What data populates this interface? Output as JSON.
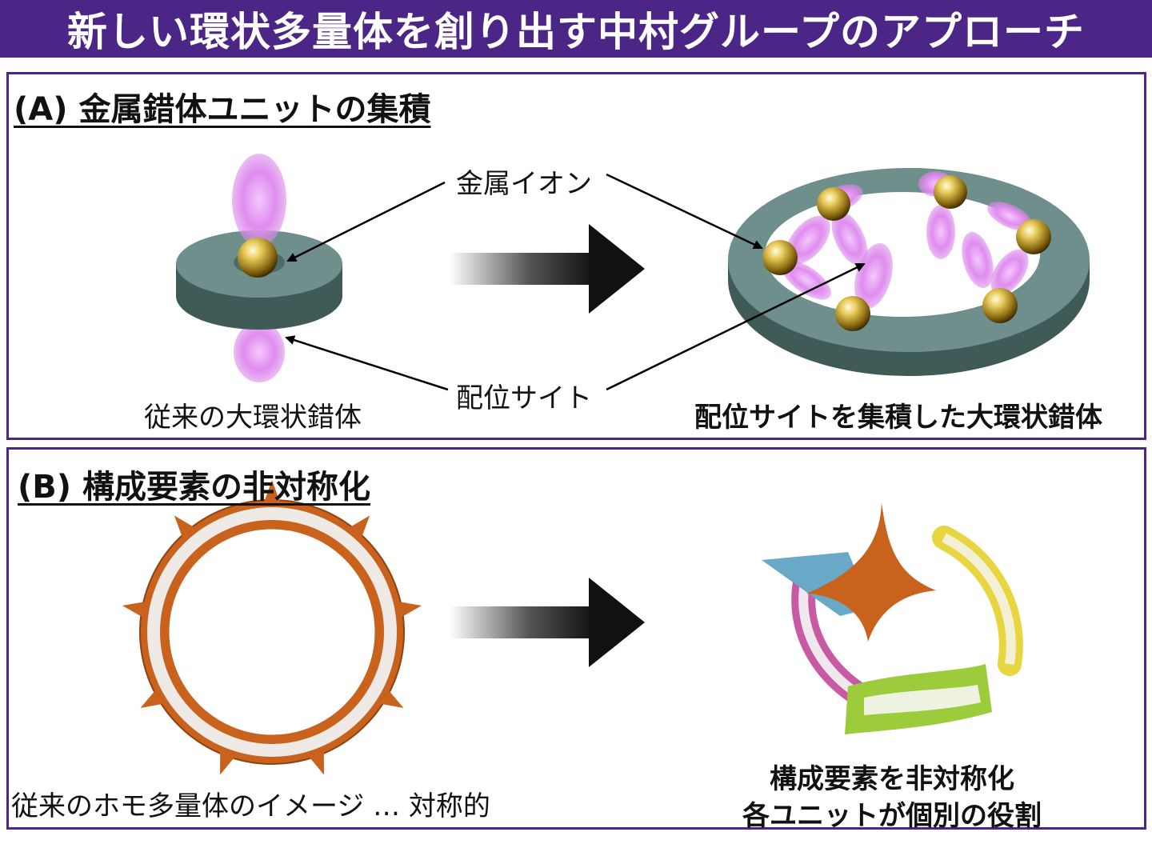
{
  "title": "新しい環状多量体を創り出す中村グループのアプローチ",
  "panel_a": {
    "heading": "(A) 金属錯体ユニットの集積",
    "metal_ion_label": "金属イオン",
    "coordination_site_label": "配位サイト",
    "left_caption": "従来の大環状錯体",
    "right_caption": "配位サイトを集積した大環状錯体"
  },
  "panel_b": {
    "heading": "(B) 構成要素の非対称化",
    "left_caption": "従来のホモ多量体のイメージ … 対称的",
    "right_caption_line1": "構成要素を非対称化",
    "right_caption_line2": "各ユニットが個別の役割"
  },
  "colors": {
    "banner": "#4b2686",
    "ring": "#6e8f8b",
    "orbital": "#e08cf0",
    "gold": "#d8b23a",
    "orange_unit": "#c8621c",
    "blue_unit": "#6aa8c8",
    "pink_unit": "#c85aa4",
    "yellow_unit": "#e8d640",
    "green_unit": "#9ccc3c"
  }
}
